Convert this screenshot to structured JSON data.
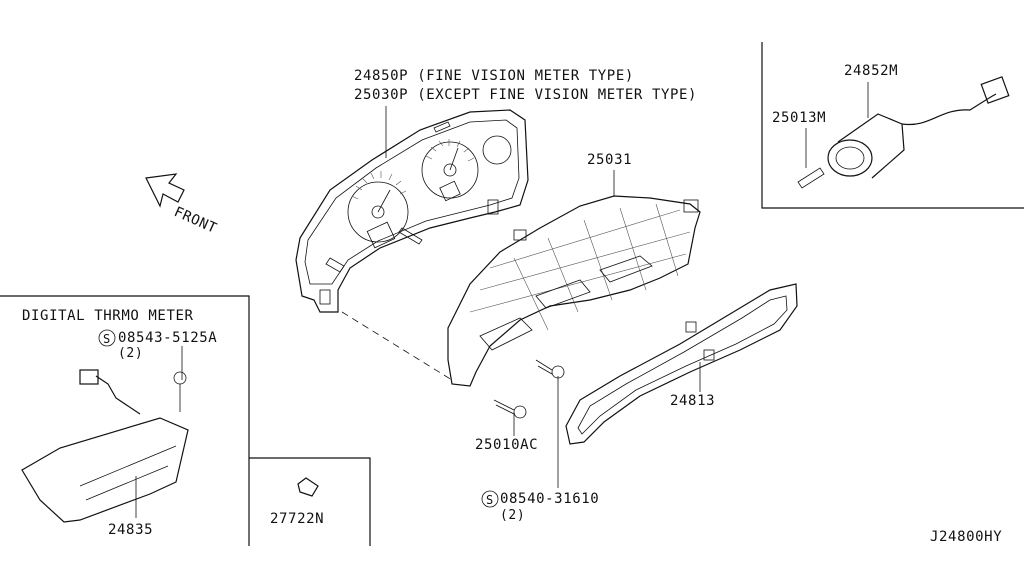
{
  "labels": {
    "part_24850p": "24850P (FINE VISION METER TYPE)",
    "part_25030p": "25030P (EXCEPT FINE VISION METER TYPE)",
    "part_25031": "25031",
    "part_24852m": "24852M",
    "part_25013m": "25013M",
    "front": "FRONT",
    "digital_thermo_meter": "DIGITAL THRMO METER",
    "screw_08543": "08543-5125A",
    "screw_08543_qty": "(2)",
    "part_24835": "24835",
    "part_27722n": "27722N",
    "part_25010ac": "25010AC",
    "screw_08540": "08540-31610",
    "screw_08540_qty": "(2)",
    "part_24813": "24813",
    "diagram_code": "J24800HY",
    "s_mark": "S"
  }
}
